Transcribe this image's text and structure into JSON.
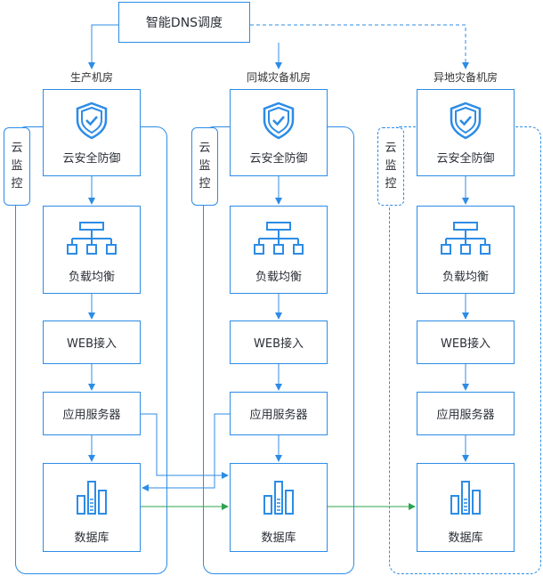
{
  "title": "智能DNS调度",
  "cloud_monitor": [
    "云",
    "监",
    "控"
  ],
  "sites": [
    {
      "name": "生产机房",
      "security": "云安全防御",
      "lb": "负载均衡",
      "web": "WEB接入",
      "app": "应用服务器",
      "db": "数据库",
      "icons": {
        "security": "shield-icon",
        "lb": "network-tree-icon",
        "db": "database-bars-icon"
      }
    },
    {
      "name": "同城灾备机房",
      "security": "云安全防御",
      "lb": "负载均衡",
      "web": "WEB接入",
      "app": "应用服务器",
      "db": "数据库",
      "icons": {
        "security": "shield-icon",
        "lb": "network-tree-icon",
        "db": "database-bars-icon"
      }
    },
    {
      "name": "异地灾备机房",
      "security": "云安全防御",
      "lb": "负载均衡",
      "web": "WEB接入",
      "app": "应用服务器",
      "db": "数据库",
      "icons": {
        "security": "shield-icon",
        "lb": "network-tree-icon",
        "db": "database-bars-icon"
      }
    }
  ],
  "colors": {
    "accent": "#2c8ce6",
    "replication": "#2ea44f"
  }
}
